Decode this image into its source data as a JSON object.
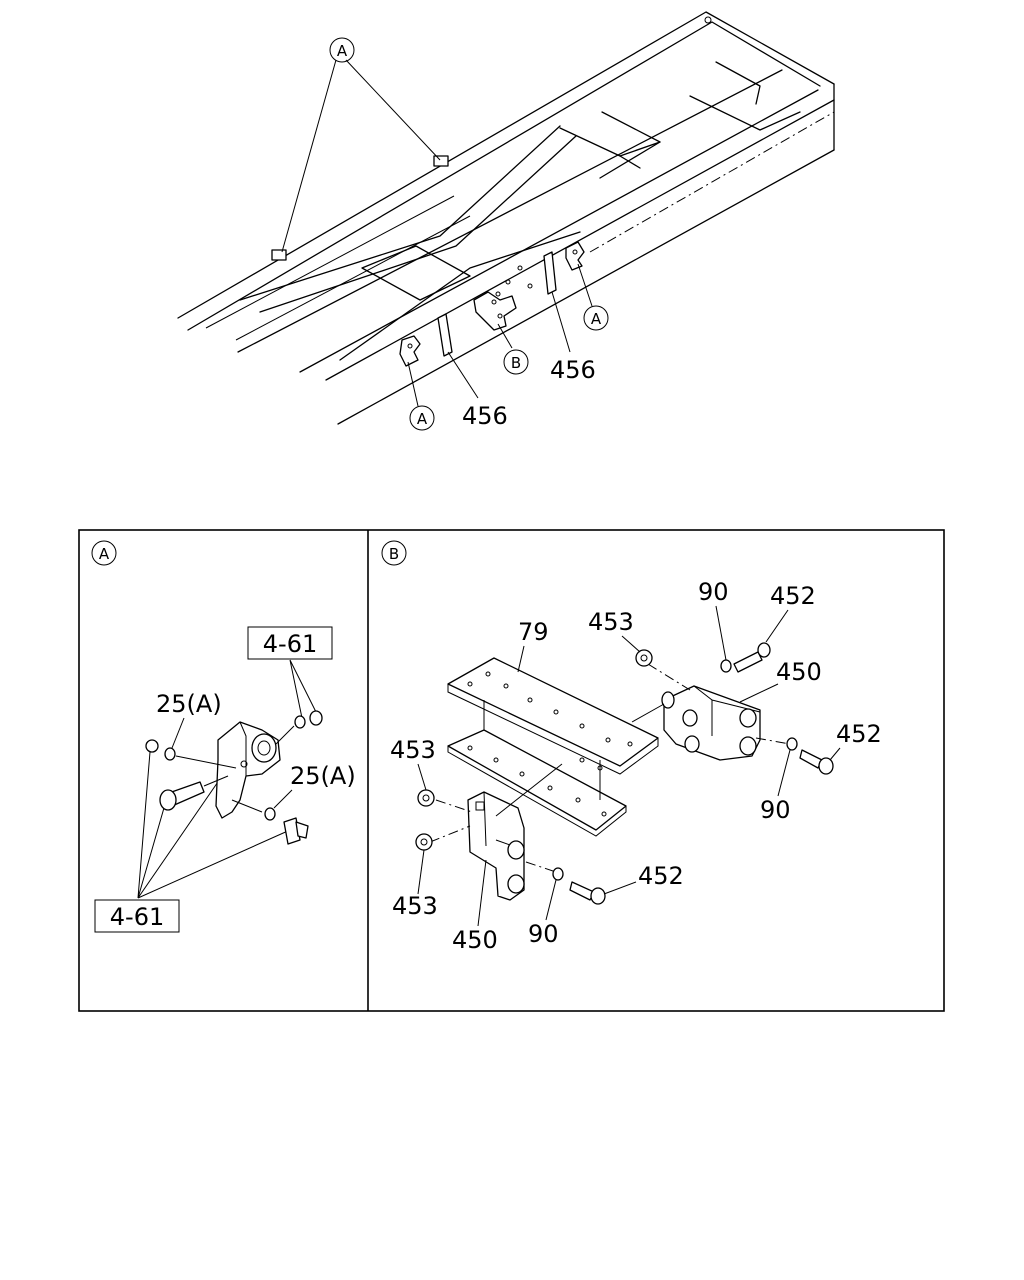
{
  "overview": {
    "callouts": {
      "a1": "A",
      "a2": "A",
      "a3": "A",
      "b1": "B"
    },
    "labels": {
      "p456_left": "456",
      "p456_right": "456"
    }
  },
  "panel_a": {
    "heading": "A",
    "ref_top": "4-61",
    "ref_bottom": "4-61",
    "washer_upper": "25(A)",
    "washer_lower": "25(A)"
  },
  "panel_b": {
    "heading": "B",
    "plate": "79",
    "nut_top": "453",
    "washer_top": "90",
    "bolt_top": "452",
    "bracket_right": "450",
    "bolt_right": "452",
    "washer_right": "90",
    "nut_left_upper": "453",
    "nut_left_lower": "453",
    "bracket_left": "450",
    "washer_bottom": "90",
    "bolt_bottom": "452"
  }
}
